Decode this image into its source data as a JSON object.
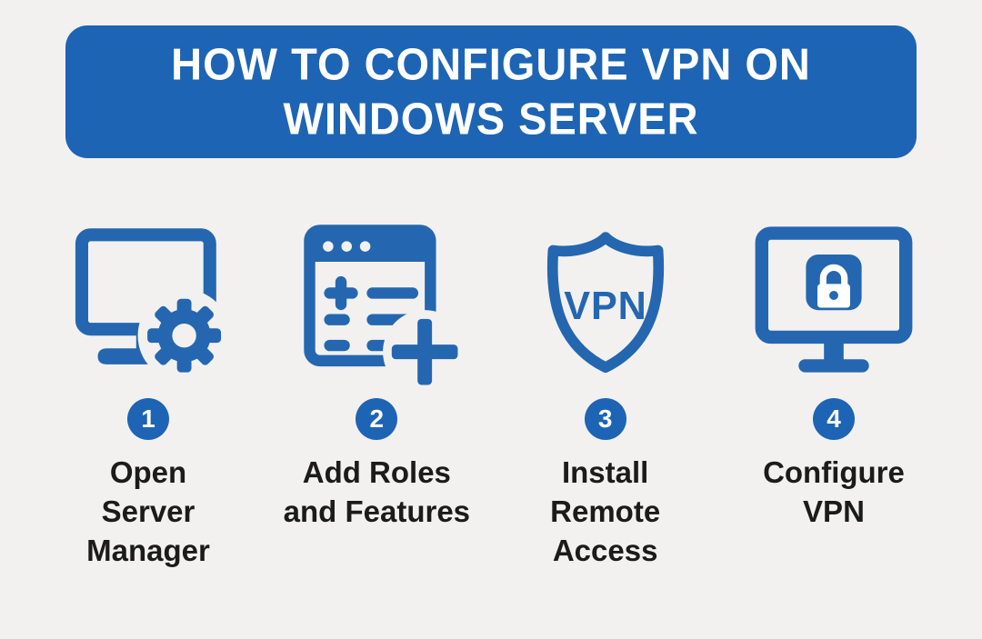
{
  "colors": {
    "background": "#f2f1ef",
    "banner_blue": "#1d64b5",
    "icon_blue": "#2467b0",
    "text_dark": "#1b1b1b",
    "white": "#ffffff"
  },
  "title": {
    "line1": "HOW TO CONFIGURE VPN ON",
    "line2": "WINDOWS SERVER"
  },
  "steps": [
    {
      "number": "1",
      "label": "Open\nServer\nManager",
      "icon": "monitor-gear-icon"
    },
    {
      "number": "2",
      "label": "Add Roles\nand Features",
      "icon": "window-add-list-icon"
    },
    {
      "number": "3",
      "label": "Install\nRemote\nAccess",
      "icon": "vpn-shield-icon",
      "icon_text": "VPN"
    },
    {
      "number": "4",
      "label": "Configure\nVPN",
      "icon": "monitor-lock-icon"
    }
  ]
}
